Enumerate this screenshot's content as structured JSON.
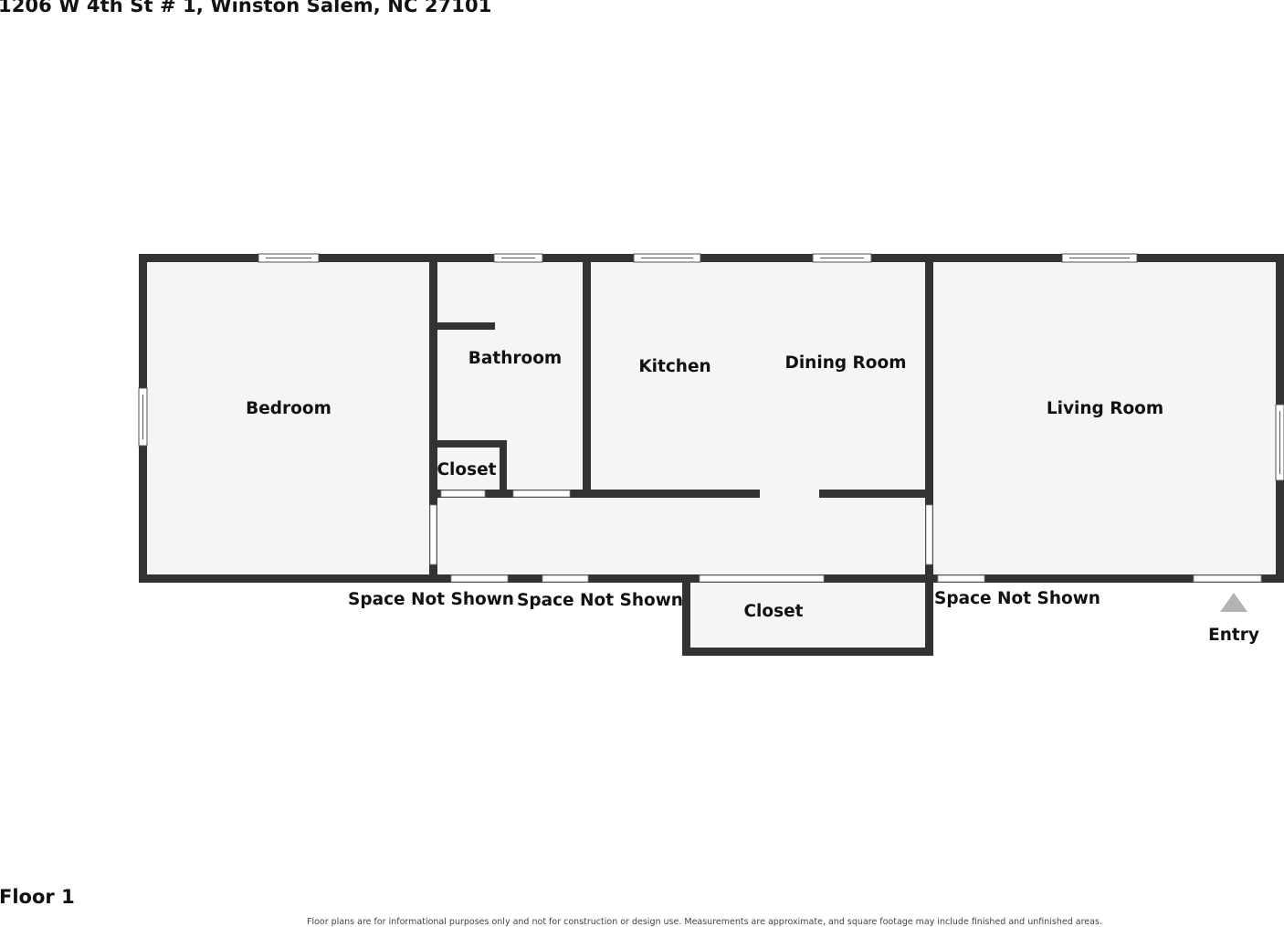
{
  "header": {
    "address": "1206 W 4th St # 1, Winston Salem, NC 27101"
  },
  "rooms": {
    "bedroom": "Bedroom",
    "bathroom": "Bathroom",
    "closet_small": "Closet",
    "kitchen": "Kitchen",
    "dining_room": "Dining Room",
    "living_room": "Living Room",
    "closet_lower": "Closet"
  },
  "annotations": {
    "space_not_shown_1": "Space Not Shown",
    "space_not_shown_2": "Space Not Shown",
    "space_not_shown_3": "Space Not Shown",
    "entry": "Entry"
  },
  "footer": {
    "floor_label": "Floor 1",
    "disclaimer": "Floor plans are for informational purposes only and not for construction or design use. Measurements are approximate, and square footage may include finished and unfinished areas."
  },
  "colors": {
    "wall": "#333333",
    "floor": "#f5f5f5",
    "entry_marker": "#b3b3b3"
  }
}
